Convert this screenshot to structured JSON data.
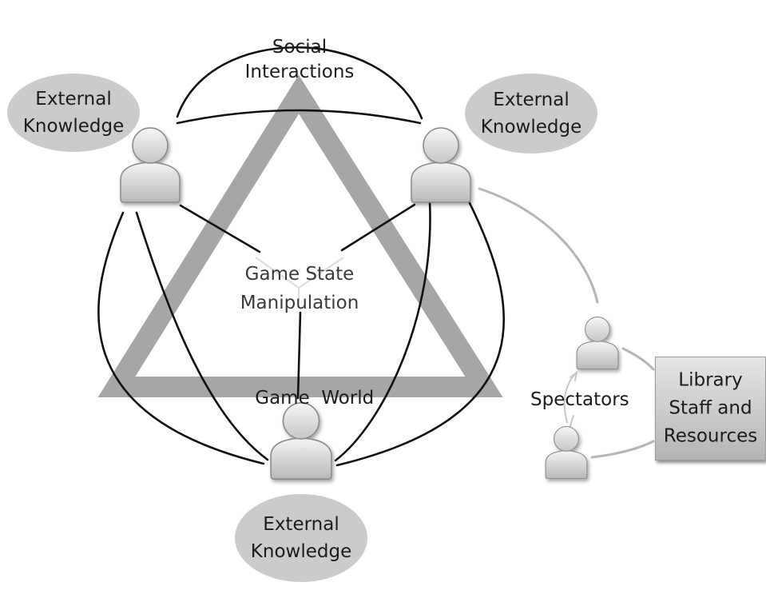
{
  "labels": {
    "social_interactions": [
      "Social",
      "Interactions"
    ],
    "game_state": [
      "Game State",
      "Manipulation"
    ],
    "game_world": "Game  World",
    "spectators": "Spectators"
  },
  "external_knowledge": {
    "top_left": [
      "External",
      "Knowledge"
    ],
    "top_right": [
      "External",
      "Knowledge"
    ],
    "bottom": [
      "External",
      "Knowledge"
    ]
  },
  "library": [
    "Library",
    "Staff and",
    "Resources"
  ],
  "icons": {
    "player": "person-icon",
    "spectator": "person-icon"
  },
  "colors": {
    "triangle": "#a6a6a6",
    "ellipse": "#cbcbcb",
    "line": "#111111",
    "spectator_line": "#b5b5b5"
  }
}
